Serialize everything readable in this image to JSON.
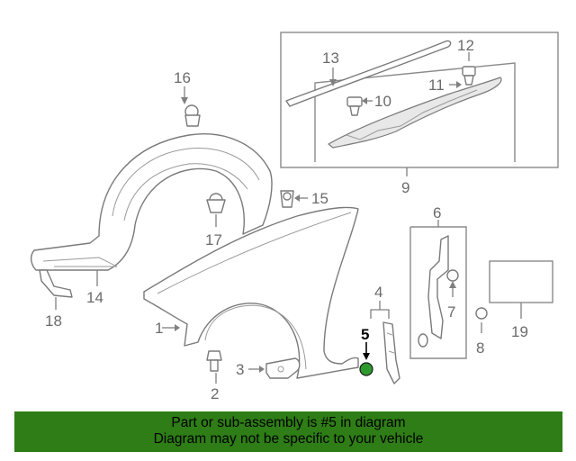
{
  "callouts": {
    "c1": "1",
    "c2": "2",
    "c3": "3",
    "c4": "4",
    "c5": "5",
    "c6": "6",
    "c7": "7",
    "c8": "8",
    "c9": "9",
    "c10": "10",
    "c11": "11",
    "c12": "12",
    "c13": "13",
    "c14": "14",
    "c15": "15",
    "c16": "16",
    "c17": "17",
    "c18": "18",
    "c19": "19"
  },
  "highlighted_part": "5",
  "banner": {
    "line1": "Part or sub-assembly is #5 in diagram",
    "line2": "Diagram may not be specific to your vehicle",
    "color": "#2e7d16"
  },
  "colors": {
    "line": "#808080",
    "highlight_part": "#2e9a2e"
  }
}
